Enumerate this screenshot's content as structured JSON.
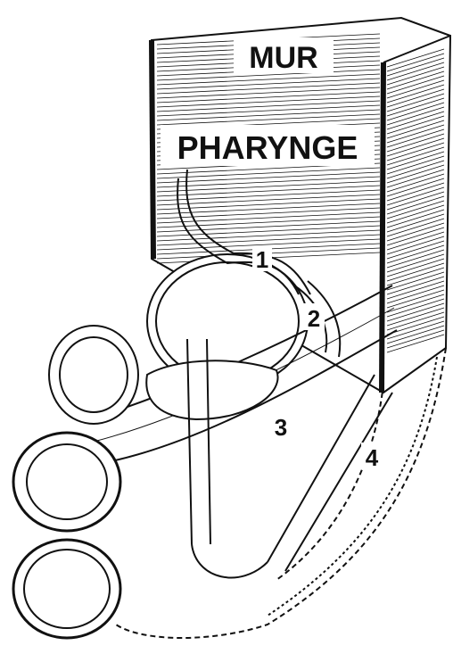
{
  "figure": {
    "title_line1": "MUR",
    "title_line2": "PHARYNGE",
    "callouts": [
      {
        "id": "1",
        "text": "1"
      },
      {
        "id": "2",
        "text": "2"
      },
      {
        "id": "3",
        "text": "3"
      },
      {
        "id": "4",
        "text": "4"
      }
    ]
  },
  "colors": {
    "ink": "#111111",
    "paper": "#ffffff"
  }
}
